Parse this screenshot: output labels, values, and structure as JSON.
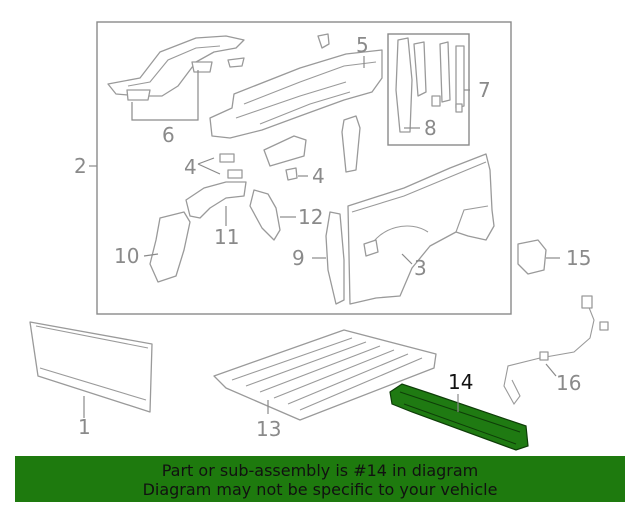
{
  "callouts": {
    "c1": "1",
    "c2": "2",
    "c3": "3",
    "c4a": "4",
    "c4b": "4",
    "c5": "5",
    "c6": "6",
    "c7": "7",
    "c8": "8",
    "c9": "9",
    "c10": "10",
    "c11": "11",
    "c12": "12",
    "c13": "13",
    "c14": "14",
    "c15": "15",
    "c16": "16"
  },
  "highlight": {
    "part_number": "14",
    "color": "#1e7a0e",
    "part_fill": "#1f7a12"
  },
  "banner": {
    "line1": "Part or sub-assembly is #14 in diagram",
    "line2": "Diagram may not be specific to your vehicle"
  }
}
